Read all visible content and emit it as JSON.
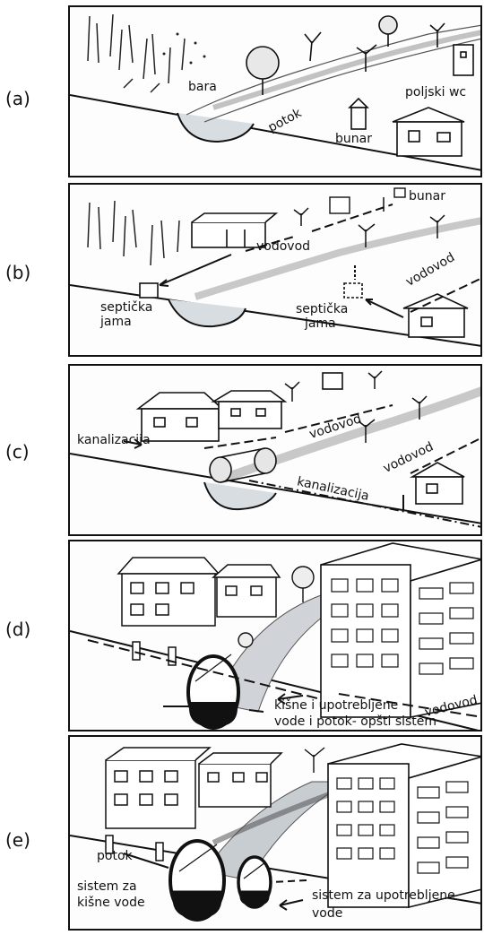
{
  "rows": [
    {
      "label": "(a)"
    },
    {
      "label": "(b)"
    },
    {
      "label": "(c)"
    },
    {
      "label": "(d)"
    },
    {
      "label": "(e)"
    }
  ],
  "panel_a": {
    "bara": "bara",
    "potok": "potok",
    "bunar": "bunar",
    "wc": "poljski wc"
  },
  "panel_b": {
    "bunar": "bunar",
    "vodovod_top": "vodovod",
    "vodovod_right": "vodovod",
    "septicka_left_1": "septička",
    "septicka_left_2": "jama",
    "septicka_right_1": "septička",
    "septicka_right_2": "jama"
  },
  "panel_c": {
    "kanalizacija_left": "kanalizacija",
    "vodovod_top": "vodovod",
    "vodovod_right": "vodovod",
    "kanalizacija_right": "kanalizacija"
  },
  "panel_d": {
    "vodovod": "vodovod",
    "line1": "kišne i upotrebljene",
    "line2": "vode i potok- opšti sistem"
  },
  "panel_e": {
    "potok": "potok",
    "kisne_1": "sistem za",
    "kisne_2": "kišne vode",
    "upotr_1": "sistem za upotrebljene",
    "upotr_2": "vode"
  }
}
